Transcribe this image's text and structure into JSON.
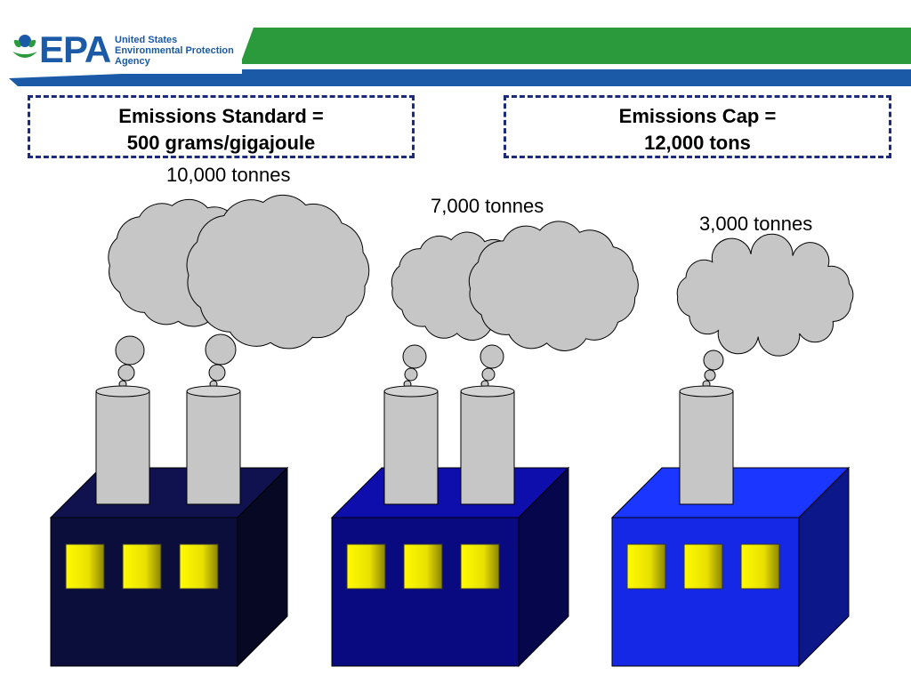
{
  "logo": {
    "mark": "EPA",
    "line1": "United States",
    "line2": "Environmental Protection",
    "line3": "Agency"
  },
  "colors": {
    "header_green": "#2a9a3c",
    "header_blue": "#1b5aa6",
    "cloud": "#c6c6c6",
    "window": "#f2ec00",
    "factory_1": "#0b0d3a",
    "factory_2": "#0a0a80",
    "factory_3": "#1428e6"
  },
  "standard_box": {
    "line1": "Emissions Standard =",
    "line2": "500 grams/gigajoule"
  },
  "cap_box": {
    "line1": "Emissions Cap =",
    "line2": "12,000 tons"
  },
  "factories": [
    {
      "emission_label": "10,000 tonnes",
      "stacks": 2
    },
    {
      "emission_label": "7,000 tonnes",
      "stacks": 2
    },
    {
      "emission_label": "3,000 tonnes",
      "stacks": 1
    }
  ]
}
